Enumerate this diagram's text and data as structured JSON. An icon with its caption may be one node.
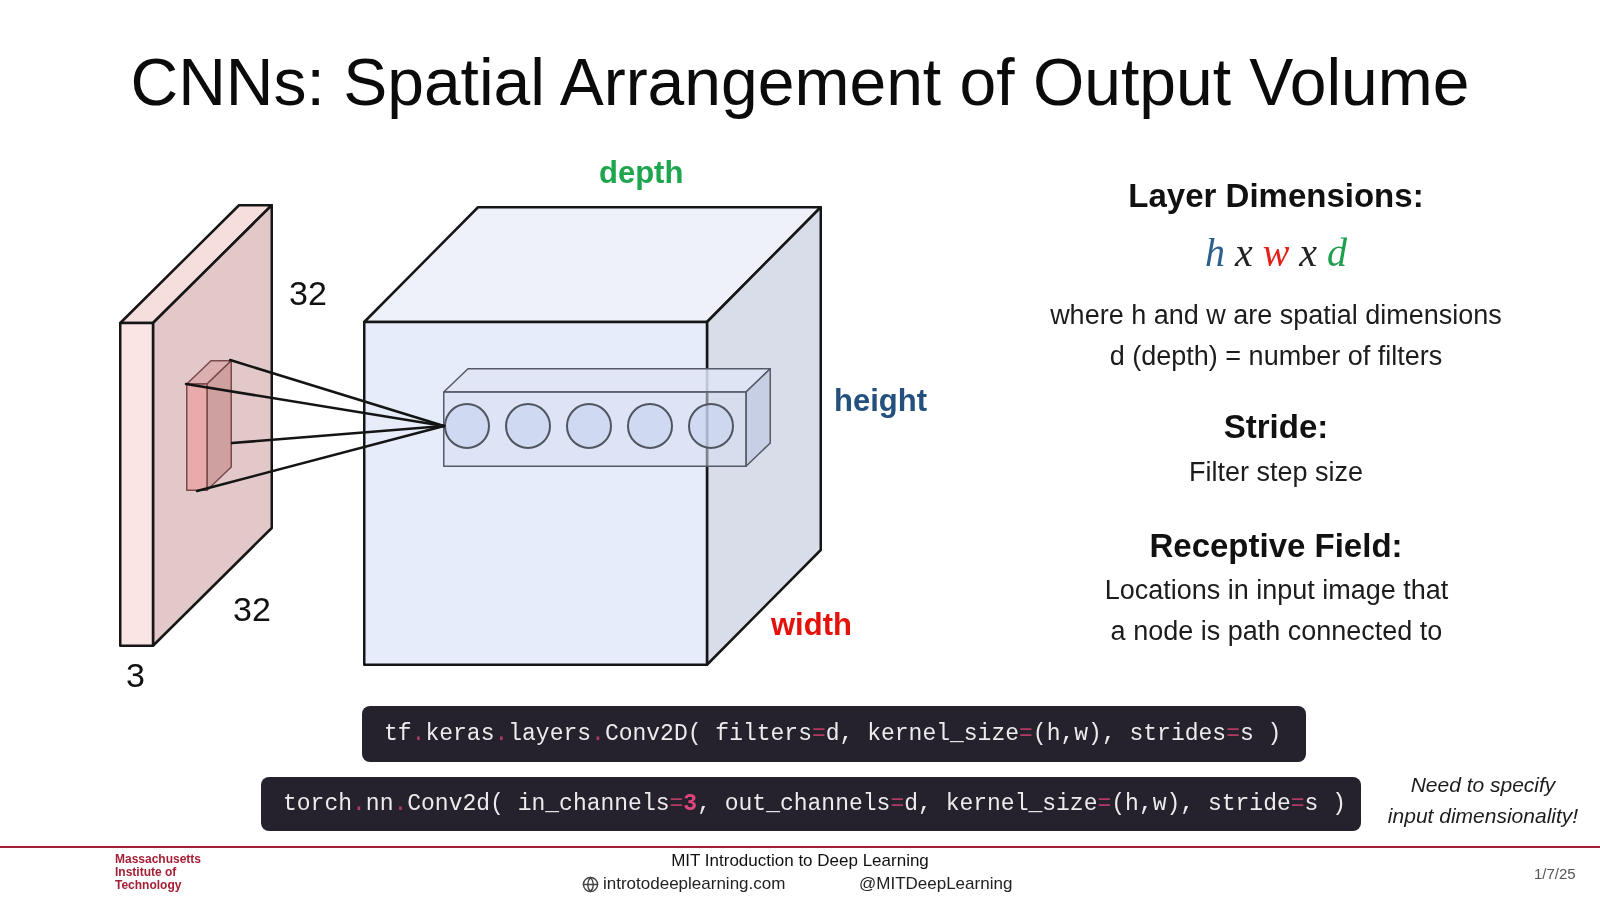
{
  "diagram": {
    "title": "CNNs: Spatial Arrangement of Output Volume",
    "nodes": [
      {
        "text": [],
        "shape": "slab",
        "beside": [
          "32",
          "32",
          "3"
        ]
      },
      {
        "text": [],
        "shape": "box",
        "in": 0
      },
      {
        "text": [],
        "shape": "cube",
        "beside": [
          "depth",
          "height",
          "width"
        ]
      },
      {
        "text": [],
        "shape": "bar",
        "in": 2
      },
      {
        "text": [],
        "shape": "circle",
        "in": 3
      },
      {
        "text": [],
        "shape": "circle",
        "in": 3
      },
      {
        "text": [],
        "shape": "circle",
        "in": 3
      },
      {
        "text": [],
        "shape": "circle",
        "in": 3
      },
      {
        "text": [],
        "shape": "circle",
        "in": 3
      },
      {
        "text": [
          "tf.keras.layers.Conv2D( filters=d, kernel_size=(h,w), strides=s )"
        ]
      },
      {
        "text": [
          "torch.nn.Conv2d( in_channels=3, out_channels=d, kernel_size=(h,w), stride=s )"
        ]
      }
    ],
    "edges": [
      {
        "from": 1,
        "to": 4,
        "arrow": "none"
      },
      {
        "from": 1,
        "to": 4,
        "arrow": "none"
      },
      {
        "from": 1,
        "to": 4,
        "arrow": "none"
      },
      {
        "from": 1,
        "to": 4,
        "arrow": "none"
      }
    ],
    "labels": [
      "Layer Dimensions:",
      "h x w x d",
      "where h and w are spatial dimensions",
      "d (depth) = number of filters",
      "Stride:",
      "Filter step size",
      "Receptive Field:",
      "Locations in input image that a node is path connected to",
      "Need to specify input dimensionality!",
      "Massachusetts Institute of Technology",
      "MIT Introduction to Deep Learning",
      "introtodeeplearning.com",
      "@MITDeepLearning",
      "1/7/25"
    ]
  }
}
